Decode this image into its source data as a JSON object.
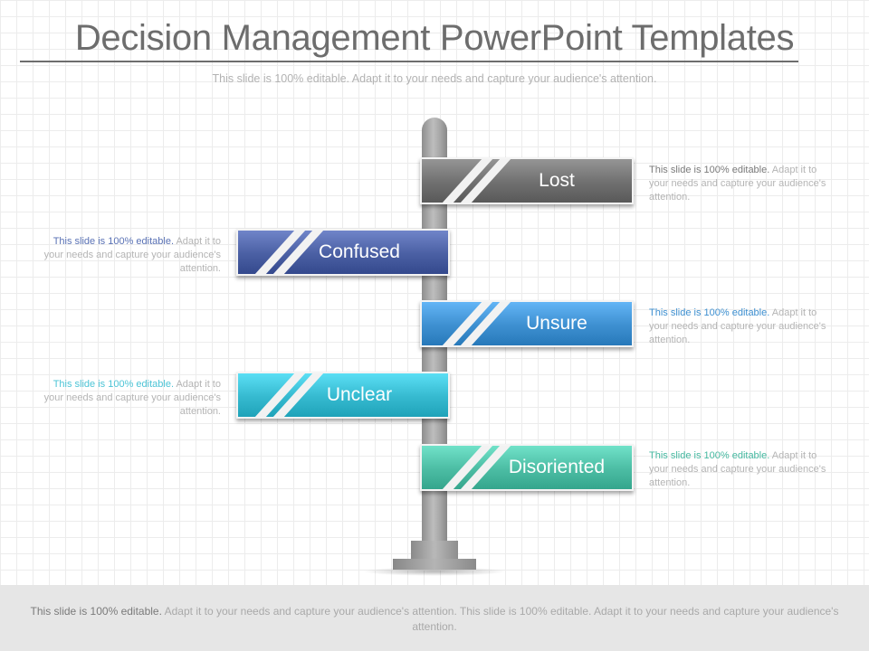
{
  "title": "Decision Management PowerPoint Templates",
  "subtitle": "This slide is 100% editable. Adapt it to your needs and capture your audience's attention.",
  "signs": [
    {
      "label": "Lost",
      "color": "#6f6f6f",
      "note_lead": "This slide is 100% editable.",
      "note_rest": "Adapt it to your needs and capture your audience's attention.",
      "note_color": "#7a7a7a"
    },
    {
      "label": "Confused",
      "color": "#4a5fa3",
      "note_lead": "This slide is 100% editable.",
      "note_rest": "Adapt it to your needs and capture your audience's attention.",
      "note_color": "#5a72b5"
    },
    {
      "label": "Unsure",
      "color": "#3d8fd0",
      "note_lead": "This slide is 100% editable.",
      "note_rest": "Adapt it to your needs and capture your audience's attention.",
      "note_color": "#3d8fd0"
    },
    {
      "label": "Unclear",
      "color": "#35b9cf",
      "note_lead": "This slide is 100% editable.",
      "note_rest": "Adapt it to your needs and capture your audience's attention.",
      "note_color": "#4cc4d6"
    },
    {
      "label": "Disoriented",
      "color": "#4bbca3",
      "note_lead": "This slide is 100% editable.",
      "note_rest": "Adapt it to your needs and capture your audience's attention.",
      "note_color": "#45b8a0"
    }
  ],
  "footer": {
    "lead": "This slide is 100% editable.",
    "rest": "Adapt it to your needs and capture your audience's attention. This slide is 100% editable. Adapt it to your needs and capture your audience's attention."
  }
}
